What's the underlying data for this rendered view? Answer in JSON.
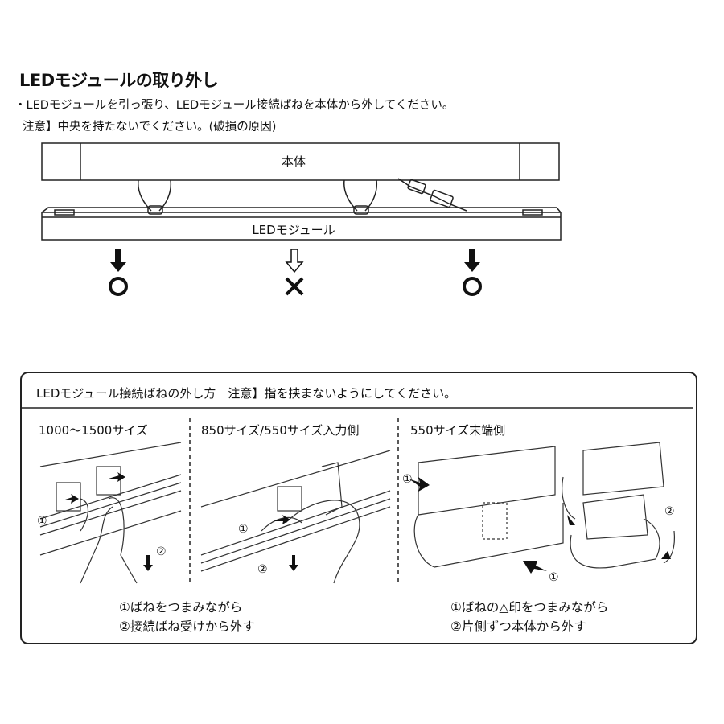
{
  "header": {
    "title": "LEDモジュールの取り外し",
    "line1": "・LEDモジュールを引っ張り、LEDモジュール接続ばねを本体から外してください。",
    "line2": "注意】中央を持たないでください。(破損の原因)"
  },
  "top_diagram": {
    "body_label": "本体",
    "module_label": "LEDモジュール",
    "marks": [
      "○",
      "×",
      "○"
    ]
  },
  "box": {
    "heading": "LEDモジュール接続ばねの外し方　注意】指を挟まないようにしてください。",
    "columns": [
      {
        "title": "1000～1500サイズ",
        "markers": [
          "①",
          "②"
        ]
      },
      {
        "title": "850サイズ/550サイズ入力側",
        "markers": [
          "①",
          "②"
        ]
      },
      {
        "title": "550サイズ末端側",
        "markers": [
          "①",
          "①",
          "②"
        ]
      }
    ],
    "caption_left": [
      "①ばねをつまみながら",
      "②接続ばね受けから外す"
    ],
    "caption_right": [
      "①ばねの△印をつまみながら",
      "②片側ずつ本体から外す"
    ]
  }
}
